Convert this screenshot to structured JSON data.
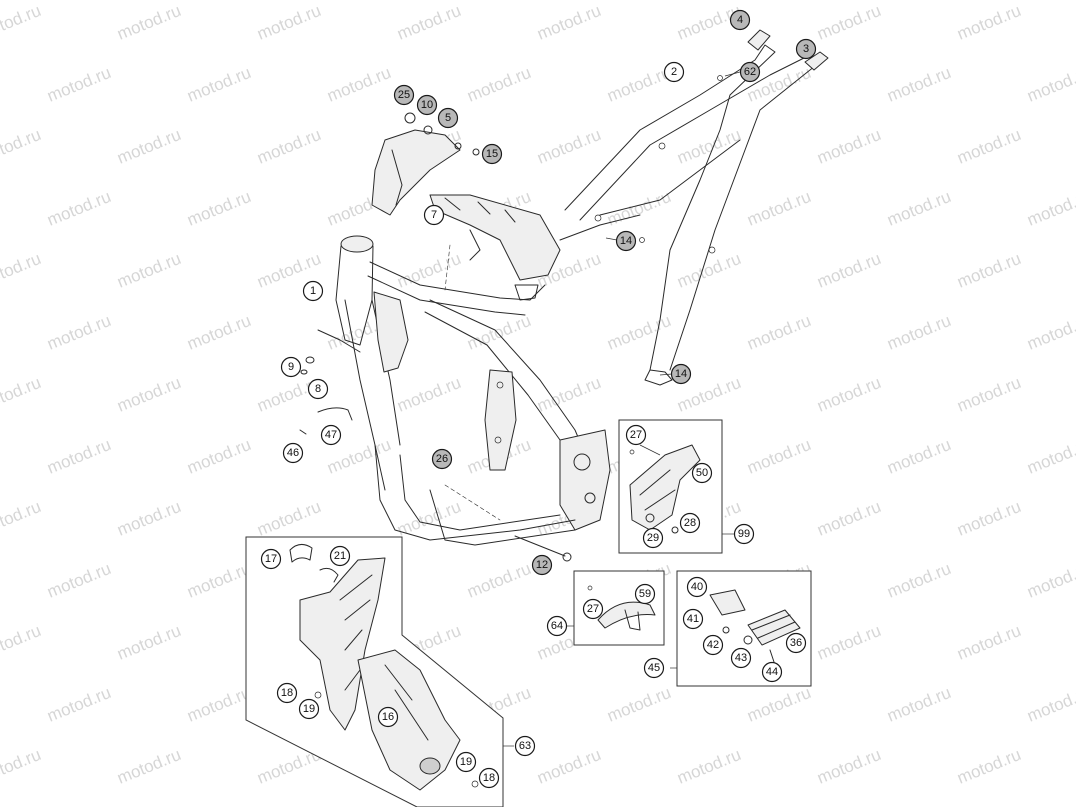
{
  "watermark": {
    "text": "motod.ru",
    "color": "#d6d6d6"
  },
  "callouts": [
    {
      "id": "c1",
      "label": "1",
      "filled": false
    },
    {
      "id": "c2",
      "label": "2",
      "filled": false
    },
    {
      "id": "c3",
      "label": "3",
      "filled": true
    },
    {
      "id": "c4",
      "label": "4",
      "filled": true
    },
    {
      "id": "c5",
      "label": "5",
      "filled": true
    },
    {
      "id": "c7",
      "label": "7",
      "filled": false
    },
    {
      "id": "c8",
      "label": "8",
      "filled": false
    },
    {
      "id": "c9",
      "label": "9",
      "filled": false
    },
    {
      "id": "c10",
      "label": "10",
      "filled": true
    },
    {
      "id": "c12",
      "label": "12",
      "filled": true
    },
    {
      "id": "c14a",
      "label": "14",
      "filled": true
    },
    {
      "id": "c14b",
      "label": "14",
      "filled": true
    },
    {
      "id": "c15",
      "label": "15",
      "filled": true
    },
    {
      "id": "c16",
      "label": "16",
      "filled": false
    },
    {
      "id": "c17",
      "label": "17",
      "filled": false
    },
    {
      "id": "c18a",
      "label": "18",
      "filled": false
    },
    {
      "id": "c18b",
      "label": "18",
      "filled": false
    },
    {
      "id": "c19a",
      "label": "19",
      "filled": false
    },
    {
      "id": "c19b",
      "label": "19",
      "filled": false
    },
    {
      "id": "c21",
      "label": "21",
      "filled": false
    },
    {
      "id": "c25",
      "label": "25",
      "filled": true
    },
    {
      "id": "c26",
      "label": "26",
      "filled": true
    },
    {
      "id": "c27a",
      "label": "27",
      "filled": false
    },
    {
      "id": "c27b",
      "label": "27",
      "filled": false
    },
    {
      "id": "c28",
      "label": "28",
      "filled": false
    },
    {
      "id": "c29",
      "label": "29",
      "filled": false
    },
    {
      "id": "c36",
      "label": "36",
      "filled": false
    },
    {
      "id": "c40",
      "label": "40",
      "filled": false
    },
    {
      "id": "c41",
      "label": "41",
      "filled": false
    },
    {
      "id": "c42",
      "label": "42",
      "filled": false
    },
    {
      "id": "c43",
      "label": "43",
      "filled": false
    },
    {
      "id": "c44",
      "label": "44",
      "filled": false
    },
    {
      "id": "c45",
      "label": "45",
      "filled": false
    },
    {
      "id": "c46",
      "label": "46",
      "filled": false
    },
    {
      "id": "c47",
      "label": "47",
      "filled": false
    },
    {
      "id": "c50",
      "label": "50",
      "filled": false
    },
    {
      "id": "c59",
      "label": "59",
      "filled": false
    },
    {
      "id": "c62",
      "label": "62",
      "filled": true
    },
    {
      "id": "c63",
      "label": "63",
      "filled": false
    },
    {
      "id": "c64",
      "label": "64",
      "filled": false
    },
    {
      "id": "c99",
      "label": "99",
      "filled": false
    }
  ]
}
